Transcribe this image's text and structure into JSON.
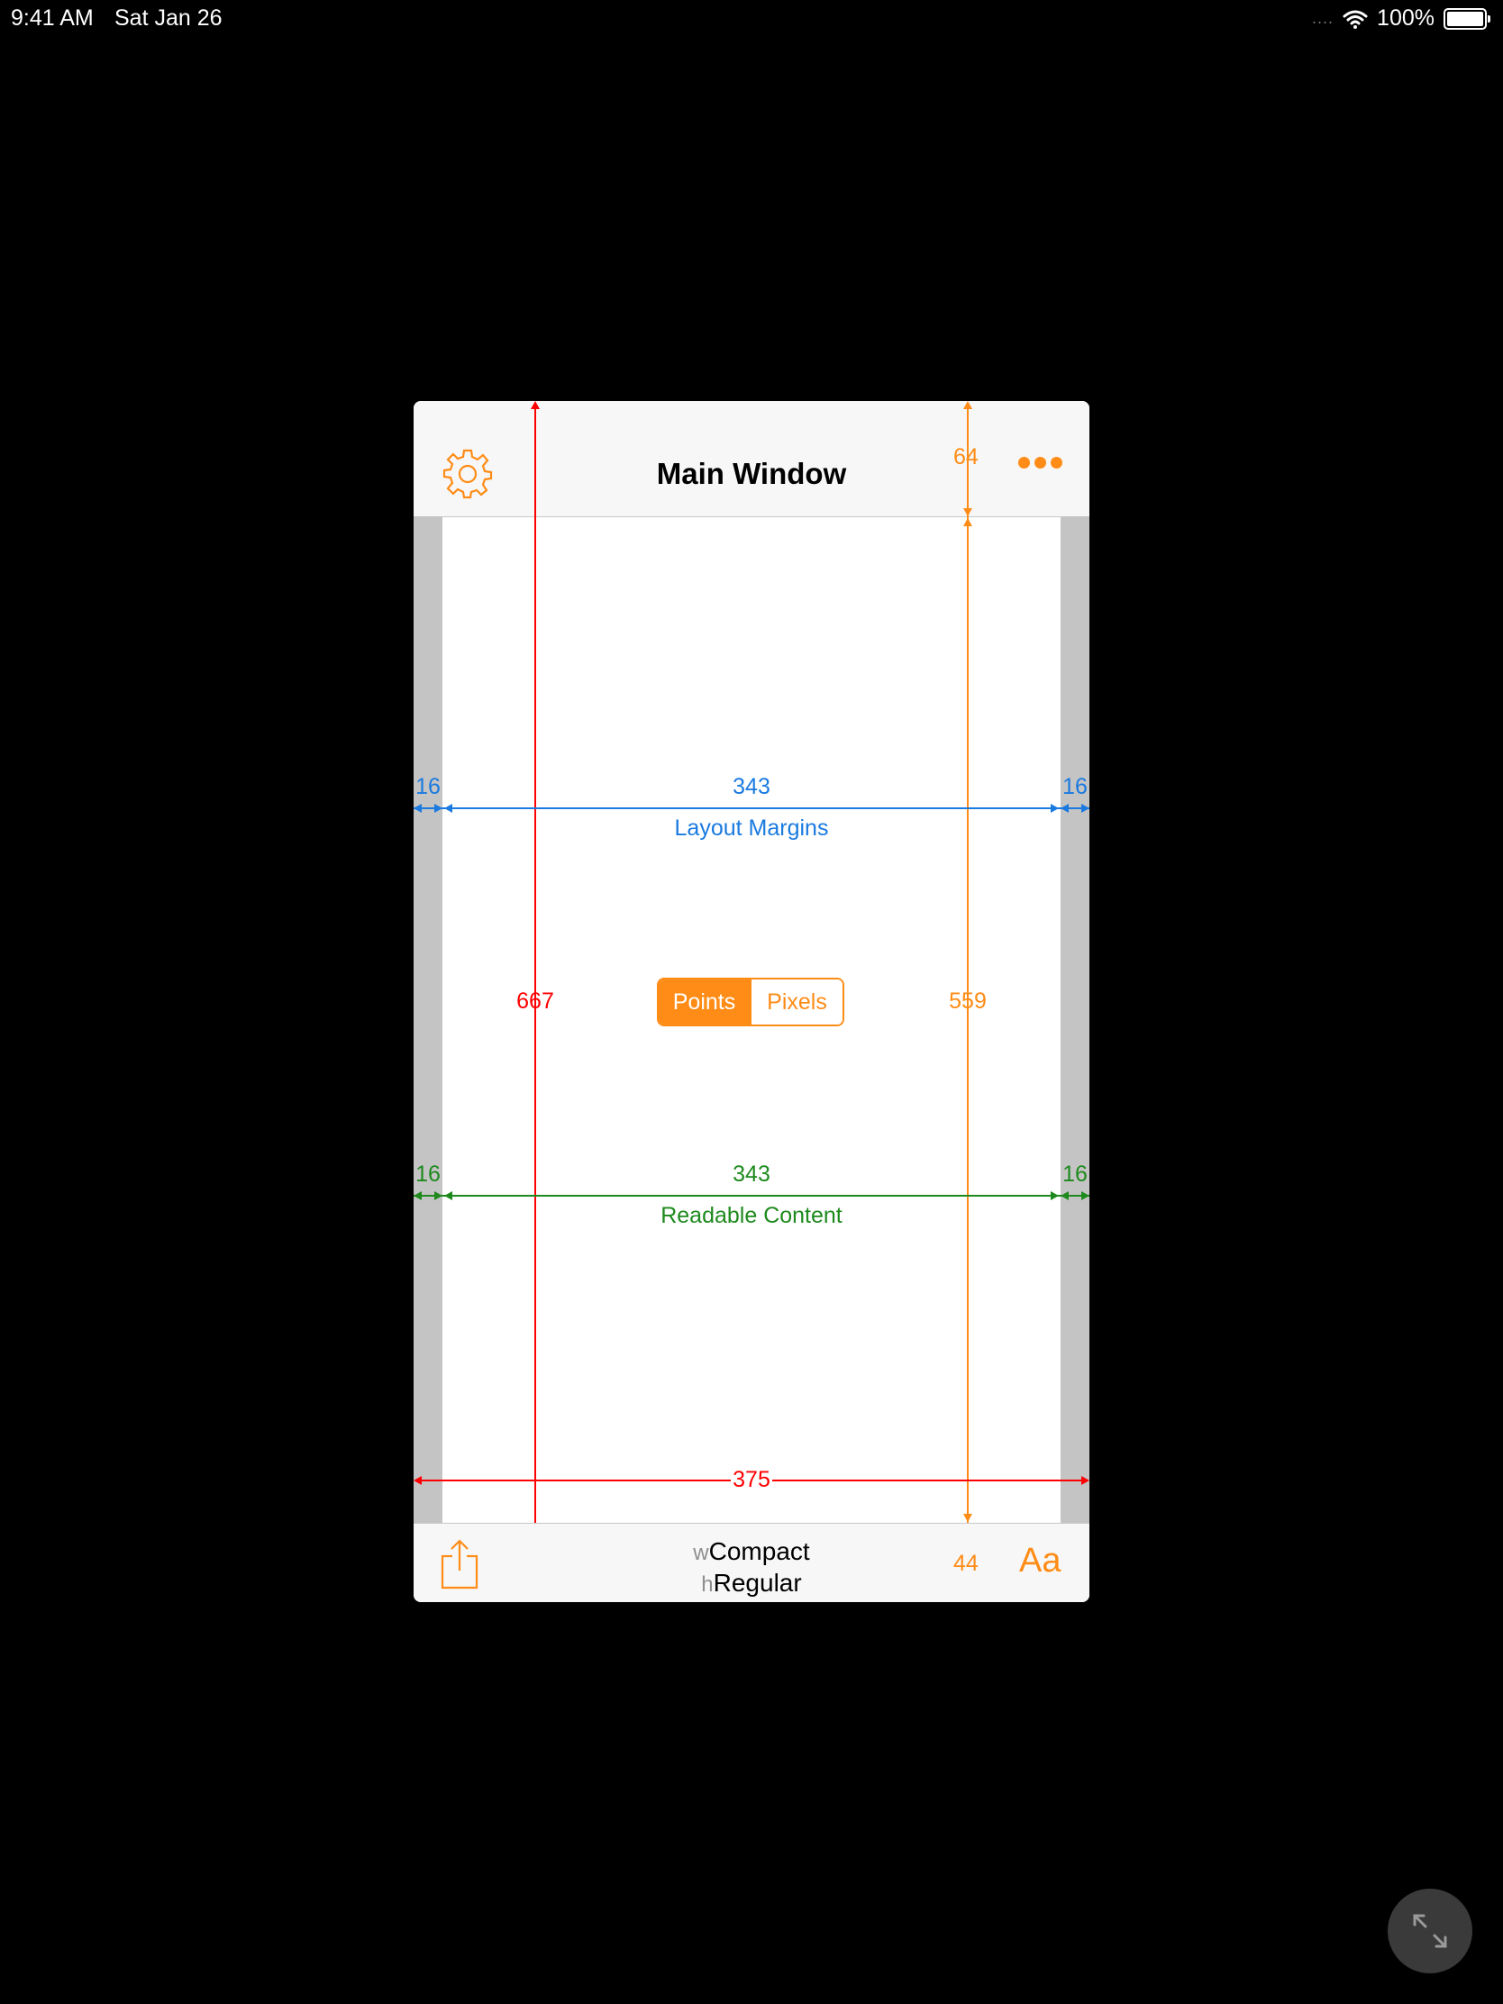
{
  "status_bar": {
    "time": "9:41 AM",
    "date": "Sat Jan 26",
    "signal": "....",
    "battery": "100%"
  },
  "navbar": {
    "title": "Main Window",
    "settings_icon": "gear-icon",
    "more_icon": "ellipsis-icon"
  },
  "measurements": {
    "screen_height": "667",
    "screen_width": "375",
    "nav_height": "64",
    "content_height": "559",
    "toolbar_height": "44",
    "layout_margins": {
      "left": "16",
      "width": "343",
      "right": "16",
      "label": "Layout Margins"
    },
    "readable_content": {
      "left": "16",
      "width": "343",
      "right": "16",
      "label": "Readable Content"
    }
  },
  "segment": {
    "selected": "Points",
    "other": "Pixels"
  },
  "toolbar": {
    "share_icon": "share-icon",
    "width_prefix": "w",
    "width_class": "Compact",
    "height_prefix": "h",
    "height_class": "Regular",
    "font_label": "Aa"
  },
  "colors": {
    "accent": "#ff8c16",
    "red": "#ff0000",
    "blue": "#1a7ae0",
    "green": "#1e8a1e",
    "margin_gray": "#c4c4c4"
  },
  "fullscreen_icon": "expand-arrows-icon"
}
